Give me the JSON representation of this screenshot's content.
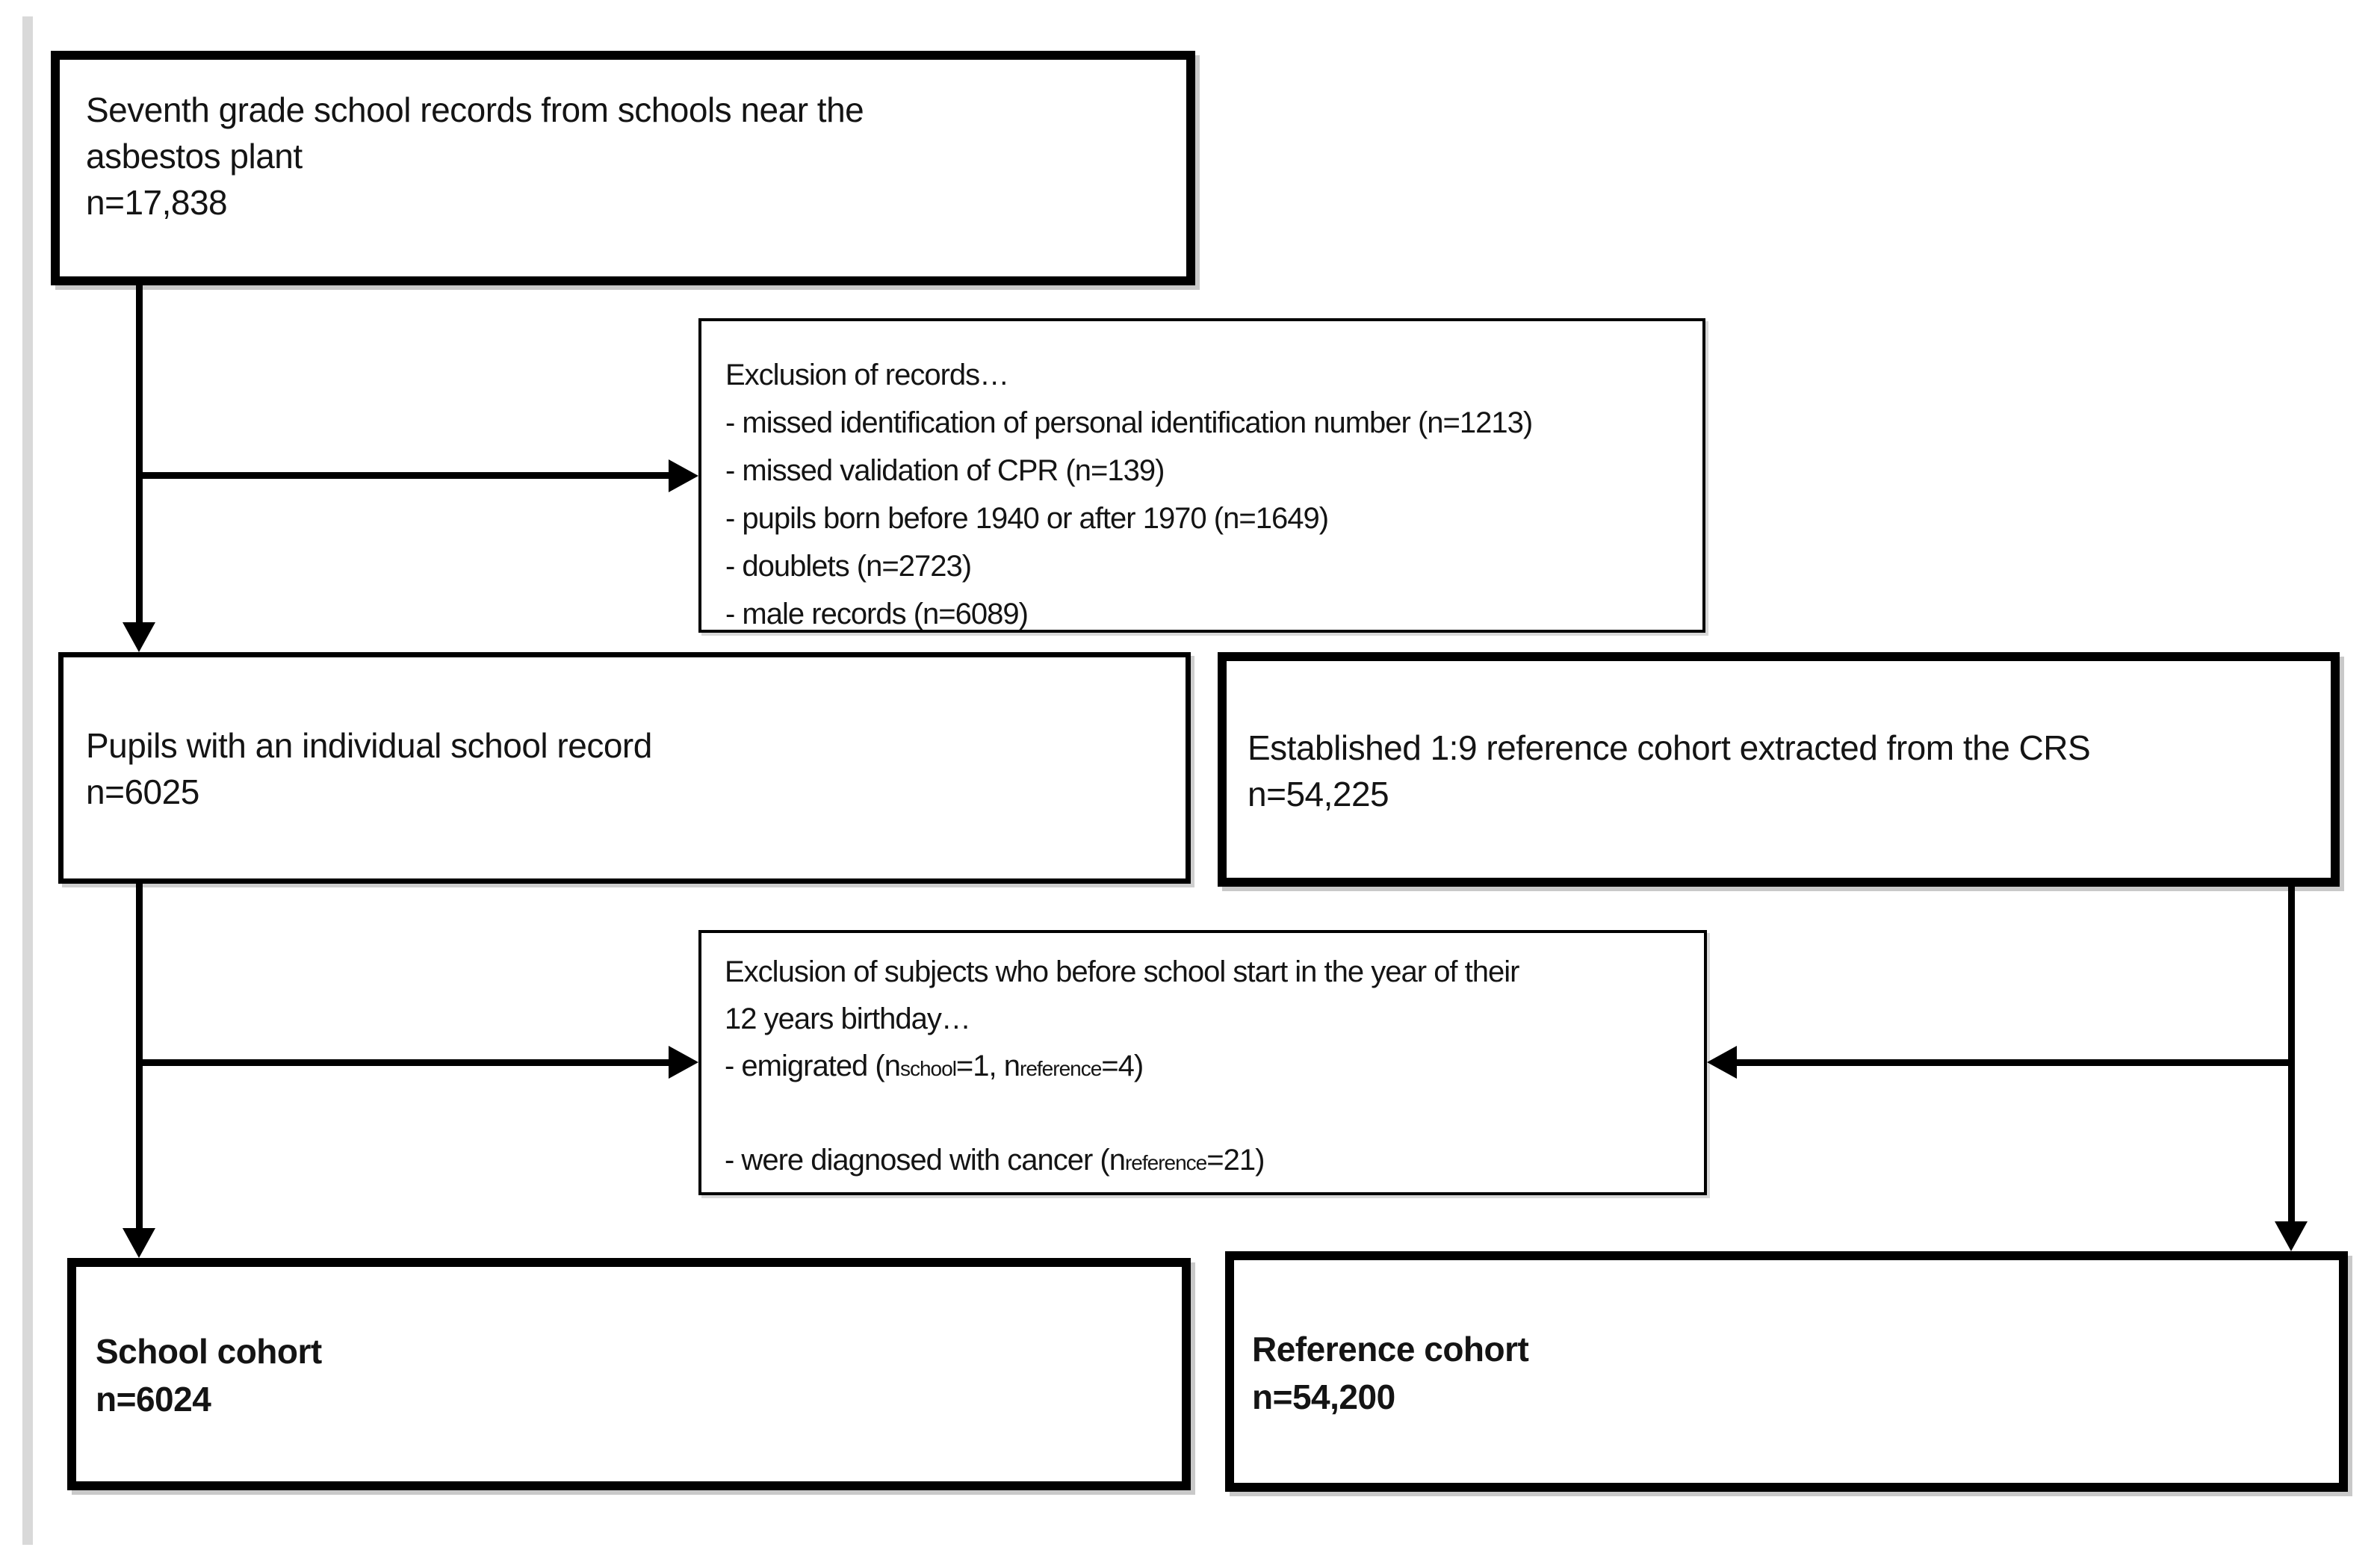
{
  "colors": {
    "border": "#000000",
    "text": "#141414",
    "page_strip": "#d9d9d9",
    "shadow": "#c9c9c9",
    "background": "#ffffff"
  },
  "boxes": {
    "source": {
      "line1": "Seventh grade school records from schools near the",
      "line2": "asbestos plant",
      "n": "n=17,838"
    },
    "exclusion1": {
      "title": "Exclusion of records…",
      "items": [
        "- missed identification of personal identification number (n=1213)",
        "- missed validation of CPR (n=139)",
        "- pupils born before 1940 or after 1970 (n=1649)",
        "- doublets (n=2723)",
        "- male records (n=6089)"
      ]
    },
    "pupils": {
      "line1": "Pupils with an individual school record",
      "n": "n=6025"
    },
    "reference_extract": {
      "line1": "Established 1:9 reference cohort extracted from the CRS",
      "n": "n=54,225"
    },
    "exclusion2": {
      "title_line1": "Exclusion of subjects who before school start in the year of their",
      "title_line2": "12 years birthday…",
      "emigrated": {
        "p1": "- emigrated (n",
        "sub1": "school",
        "p2": "=1, n",
        "sub2": "reference",
        "p3": "=4)"
      },
      "cancer": {
        "p1": "- were diagnosed with cancer (n",
        "sub1": "reference",
        "p2": "=21)"
      }
    },
    "school_cohort": {
      "line1": "School cohort",
      "n": "n=6024"
    },
    "reference_cohort": {
      "line1": "Reference cohort",
      "n": "n=54,200"
    }
  }
}
